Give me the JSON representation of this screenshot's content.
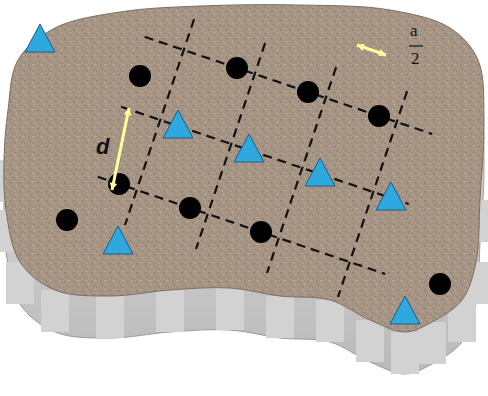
{
  "diagram": {
    "labels": [
      "d",
      "a",
      "2"
    ]
  }
}
